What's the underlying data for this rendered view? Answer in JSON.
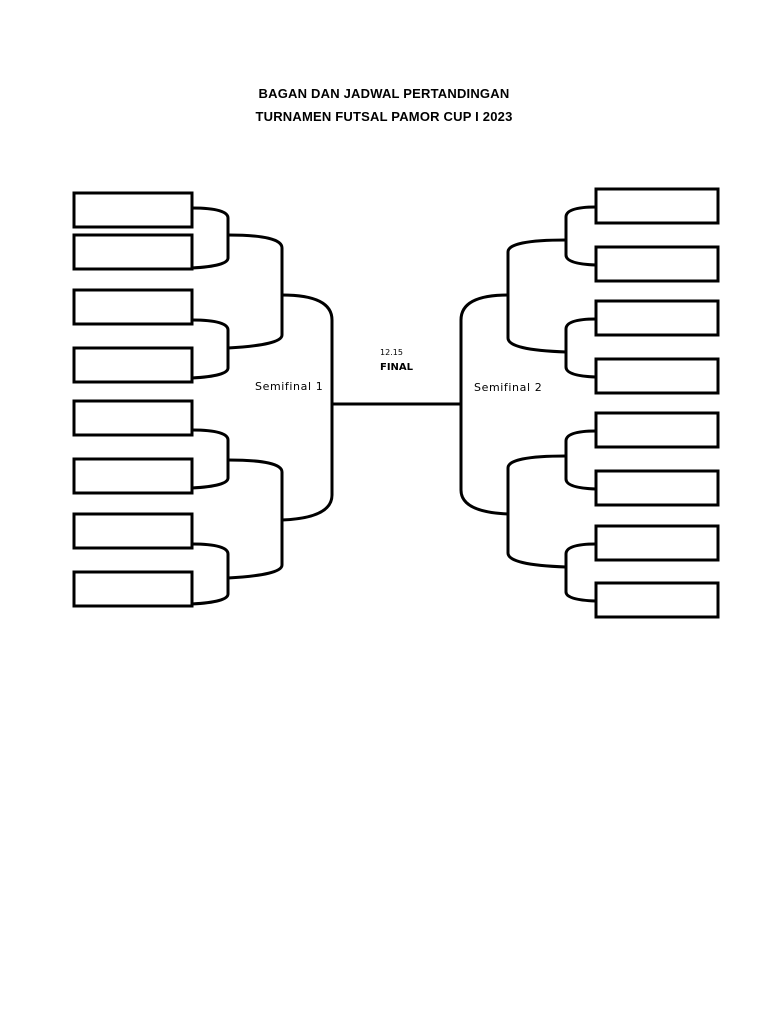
{
  "header": {
    "title_line_1": "BAGAN DAN JADWAL PERTANDINGAN",
    "title_line_2": "TURNAMEN FUTSAL PAMOR CUP I 2023"
  },
  "bracket": {
    "semifinal_1_label": "Semifinal  1",
    "semifinal_2_label": "Semifinal  2",
    "final_time": "12.15",
    "final_label": "FINAL",
    "left_team_slots": 8,
    "right_team_slots": 8,
    "line_color": "#000000"
  }
}
